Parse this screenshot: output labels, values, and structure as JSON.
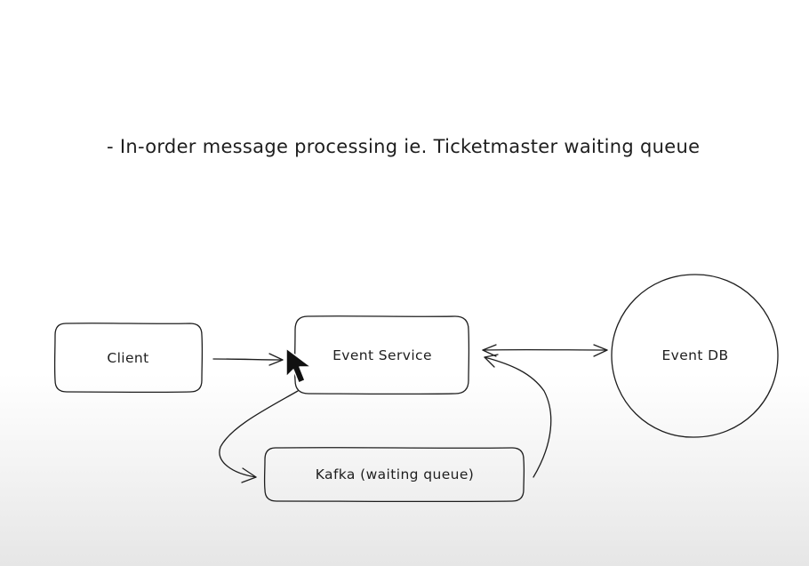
{
  "note": "- In-order message processing ie. Ticketmaster waiting queue",
  "nodes": {
    "client": "Client",
    "event_service": "Event Service",
    "event_db": "Event DB",
    "kafka": "Kafka (waiting queue)"
  }
}
